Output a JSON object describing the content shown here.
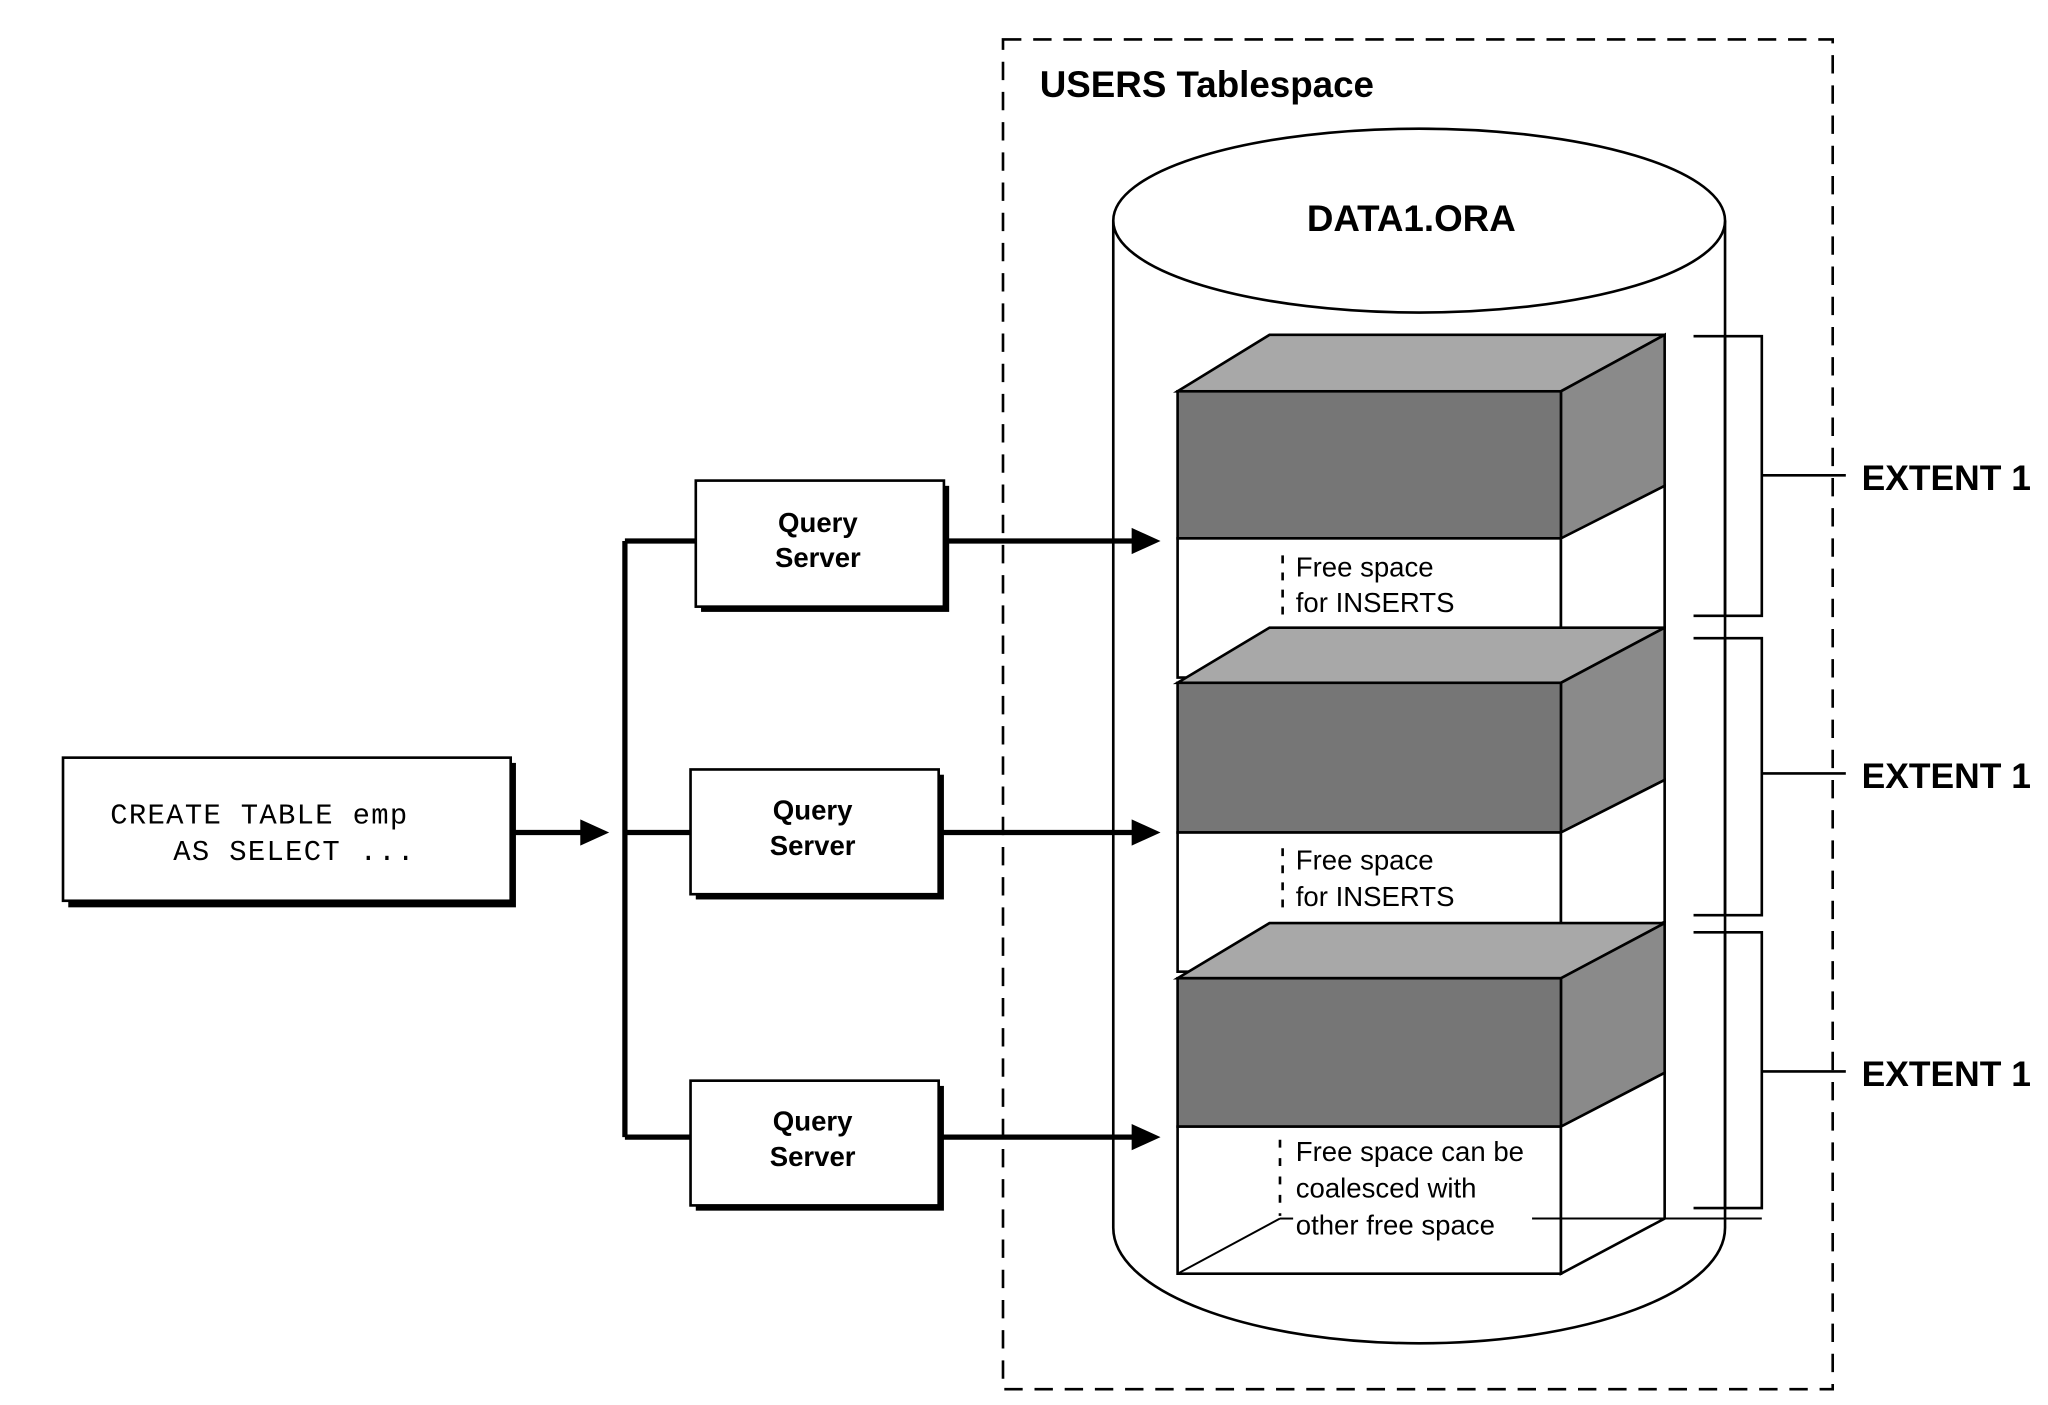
{
  "statement": {
    "line1": "CREATE TABLE emp",
    "line2": "AS SELECT ..."
  },
  "query_servers": [
    {
      "line1": "Query",
      "line2": "Server"
    },
    {
      "line1": "Query",
      "line2": "Server"
    },
    {
      "line1": "Query",
      "line2": "Server"
    }
  ],
  "tablespace": {
    "title": "USERS Tablespace",
    "datafile": "DATA1.ORA"
  },
  "extents": [
    {
      "label": "EXTENT 1",
      "free_space": [
        "Free space",
        "for INSERTS"
      ]
    },
    {
      "label": "EXTENT 1",
      "free_space": [
        "Free space",
        "for INSERTS"
      ]
    },
    {
      "label": "EXTENT 1",
      "free_space": [
        "Free space can be",
        "coalesced with",
        "other free space"
      ]
    }
  ],
  "colors": {
    "block_front": "#767676",
    "block_top": "#a8a8a8",
    "block_side": "#8a8a8a",
    "line": "#000000",
    "background": "#ffffff"
  }
}
